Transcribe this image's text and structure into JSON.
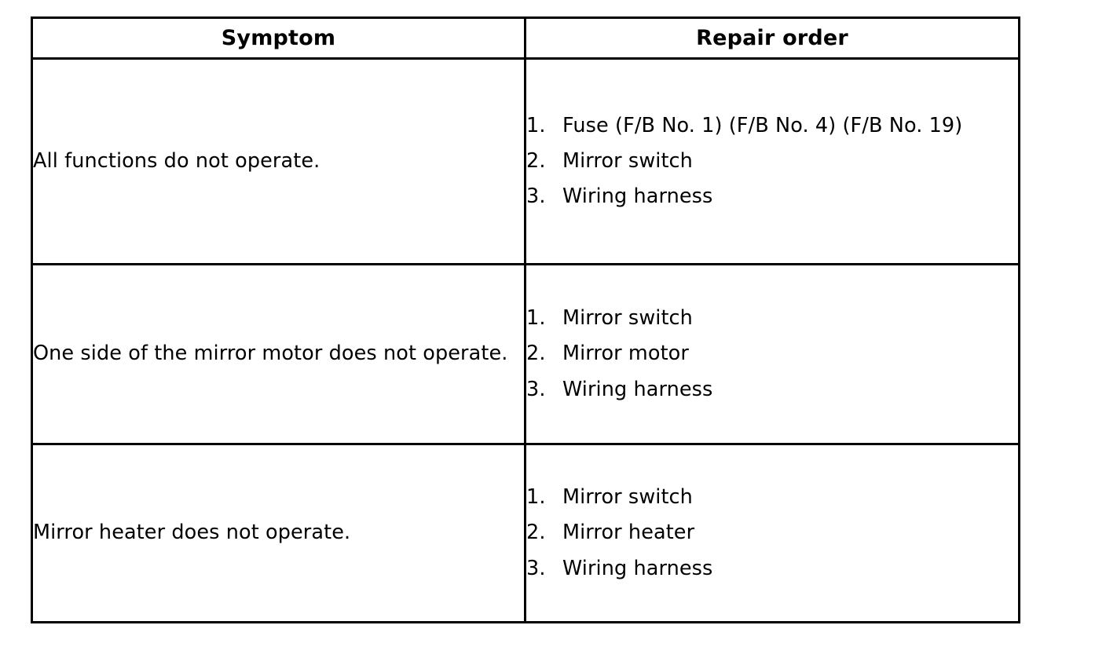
{
  "table": {
    "columns": [
      {
        "key": "symptom",
        "header": "Symptom"
      },
      {
        "key": "repair",
        "header": "Repair order"
      }
    ],
    "rows": [
      {
        "symptom": "All functions do not operate.",
        "repair_order": [
          {
            "number": "1.",
            "text": "Fuse (F/B No. 1) (F/B No. 4) (F/B No. 19)"
          },
          {
            "number": "2.",
            "text": "Mirror switch"
          },
          {
            "number": "3.",
            "text": "Wiring harness"
          }
        ]
      },
      {
        "symptom": "One side of the mirror motor does not operate.",
        "repair_order": [
          {
            "number": "1.",
            "text": "Mirror switch"
          },
          {
            "number": "2.",
            "text": "Mirror motor"
          },
          {
            "number": "3.",
            "text": "Wiring harness"
          }
        ]
      },
      {
        "symptom": "Mirror heater does not operate.",
        "repair_order": [
          {
            "number": "1.",
            "text": "Mirror switch"
          },
          {
            "number": "2.",
            "text": "Mirror heater"
          },
          {
            "number": "3.",
            "text": "Wiring harness"
          }
        ]
      }
    ]
  },
  "colors": {
    "background": "#ffffff",
    "text": "#000000",
    "border": "#000000"
  }
}
